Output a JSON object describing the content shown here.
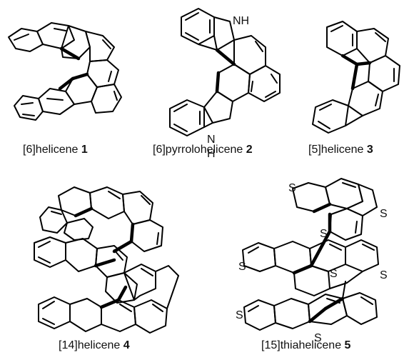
{
  "compounds": [
    {
      "label_prefix": "[6]helicene ",
      "label_number": "1"
    },
    {
      "label_prefix": "[6]pyrrolohelicene ",
      "label_number": "2"
    },
    {
      "label_prefix": "[5]helicene ",
      "label_number": "3"
    },
    {
      "label_prefix": "[14]helicene ",
      "label_number": "4"
    },
    {
      "label_prefix": "[15]thiahelicene ",
      "label_number": "5"
    }
  ],
  "atoms": {
    "nh": "NH",
    "h": "H",
    "n": "N",
    "s": "S"
  },
  "colors": {
    "ink": "#000000",
    "background": "#ffffff"
  }
}
